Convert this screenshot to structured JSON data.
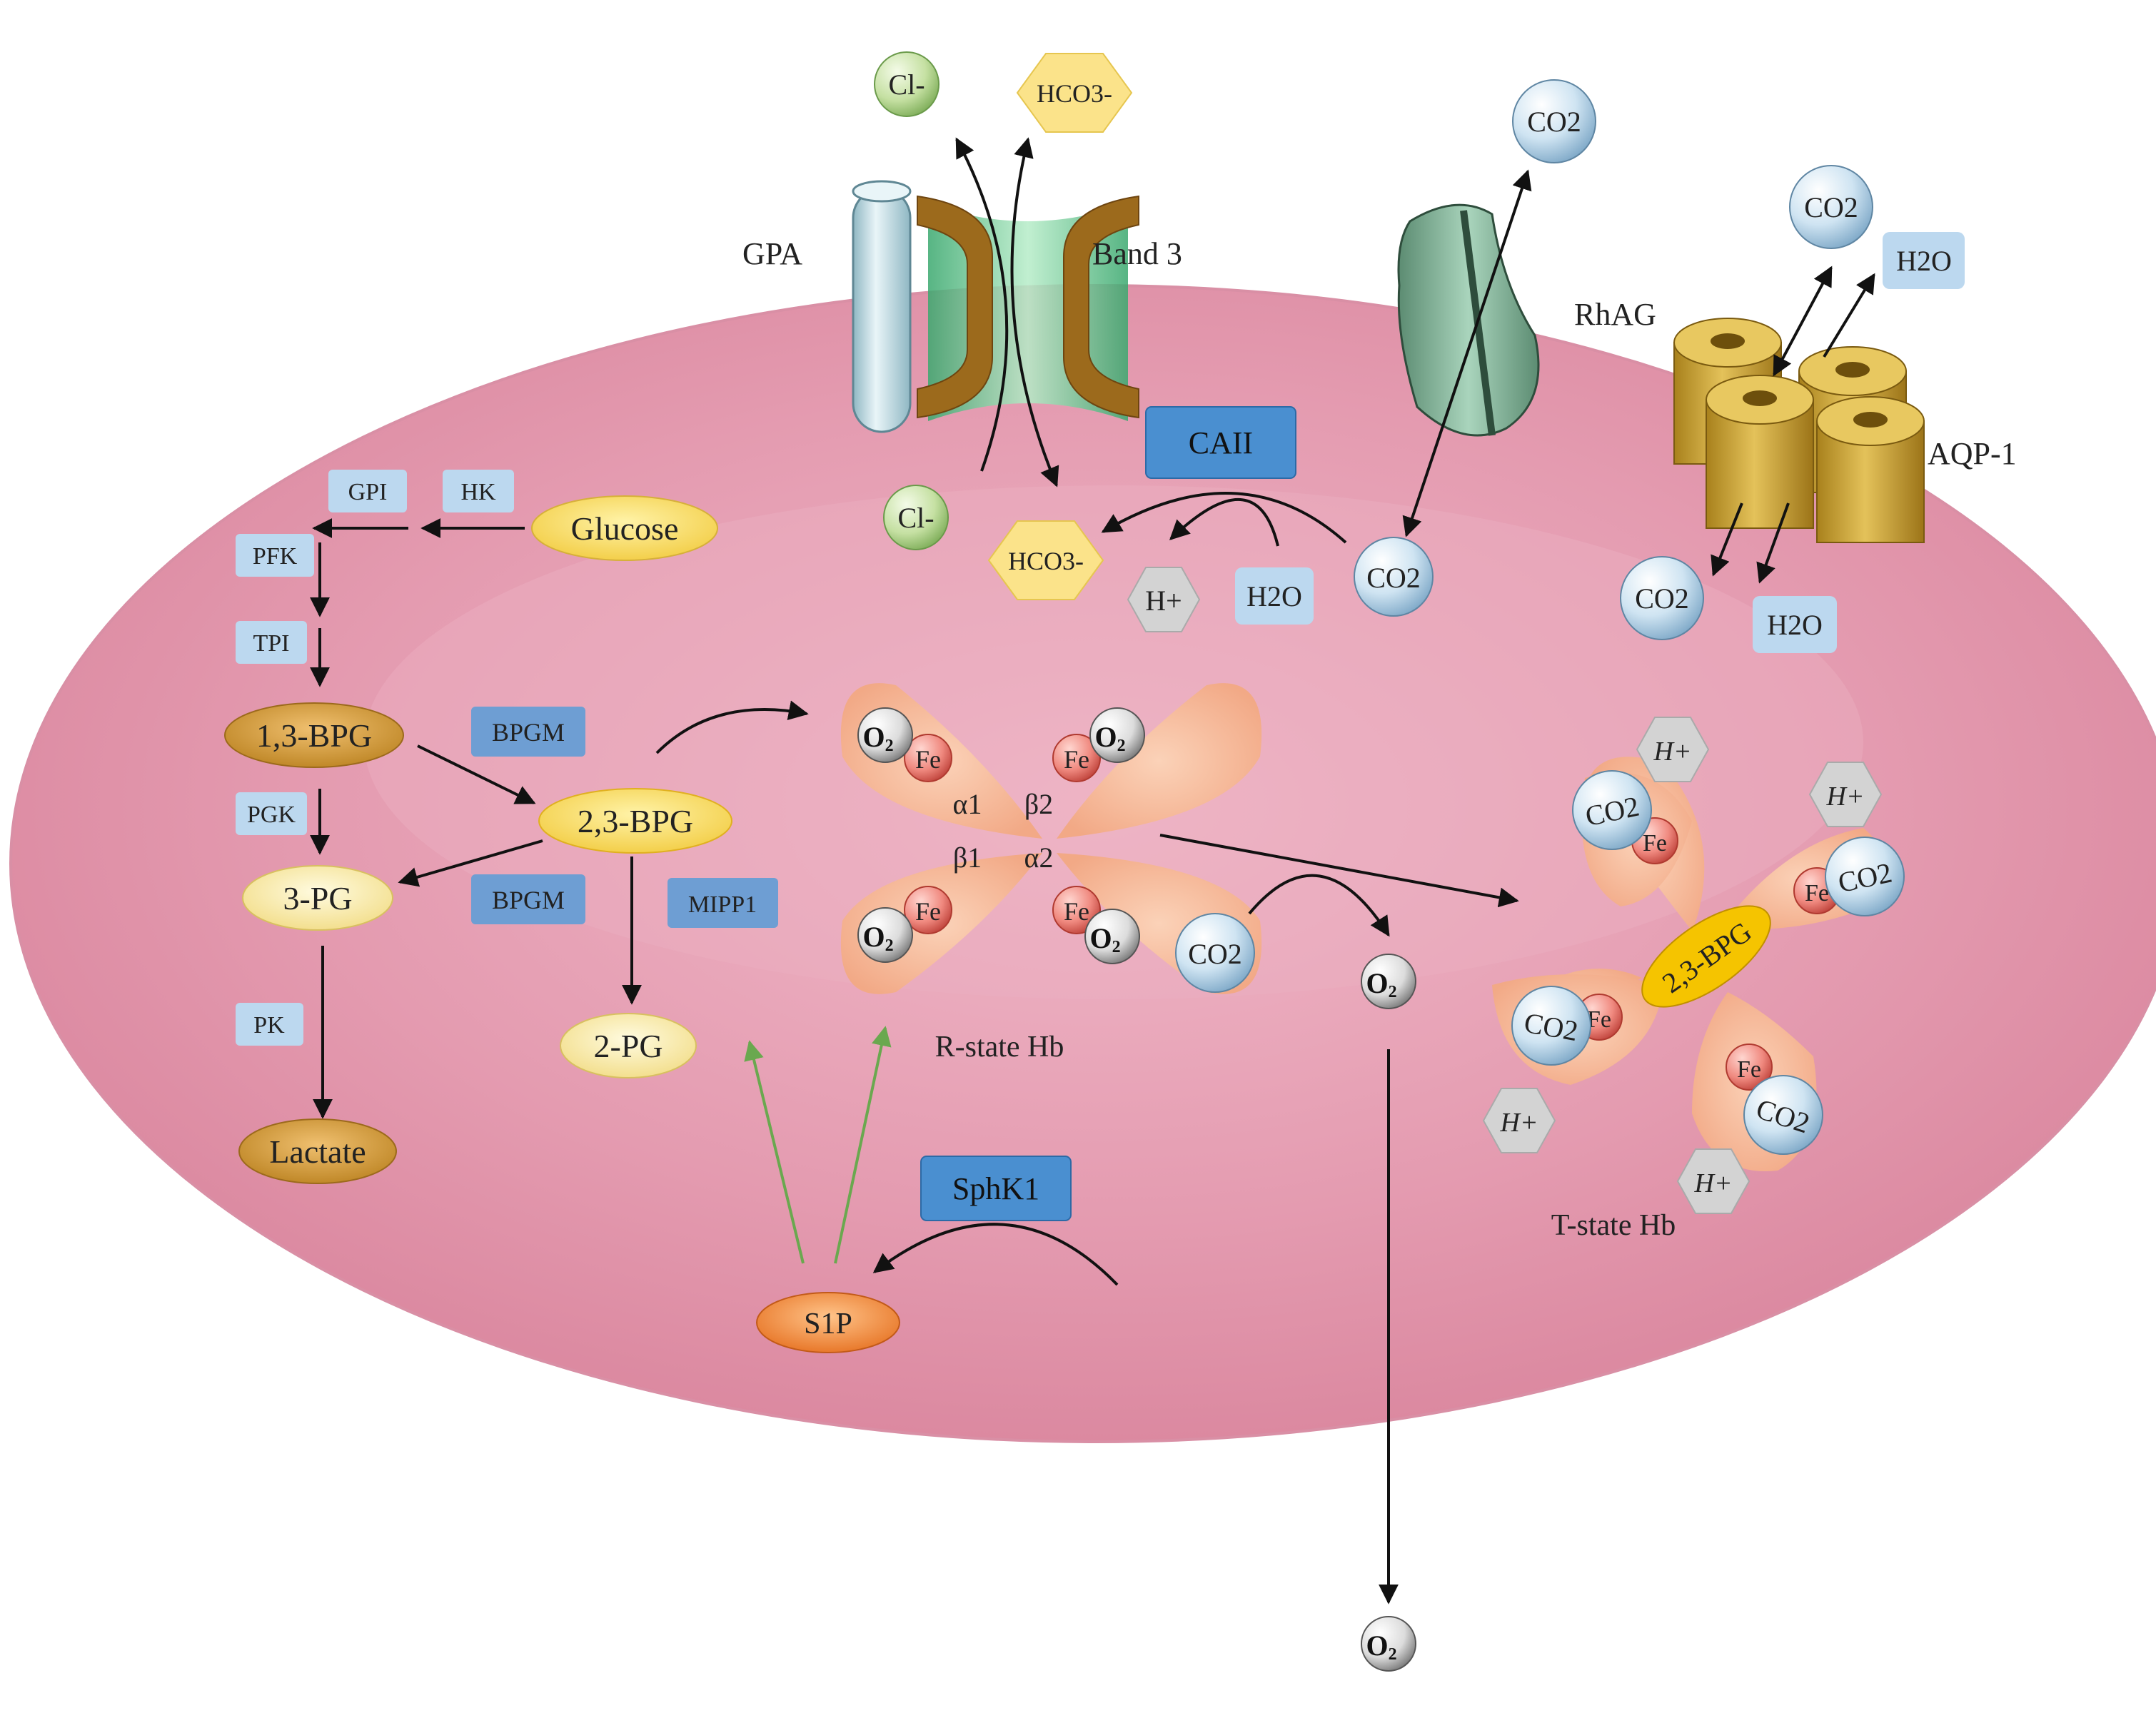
{
  "membrane": {
    "band3": "Band 3",
    "gpa": "GPA",
    "rhag": "RhAG",
    "aqp1": "AQP-1",
    "caii": "CAII"
  },
  "ions": {
    "cl_out": "Cl-",
    "hco3_out": "HCO3-",
    "cl_in": "Cl-",
    "hco3_in": "HCO3-",
    "h_plus": "H+",
    "h2o_in": "H2O",
    "co2_in": "CO2",
    "co2_out_rhag": "CO2",
    "co2_out_aqp": "CO2",
    "h2o_out_aqp": "H2O",
    "co2_in_aqp": "CO2",
    "h2o_in_aqp": "H2O"
  },
  "glycolysis": {
    "enzymes": {
      "gpi": "GPI",
      "hk": "HK",
      "pfk": "PFK",
      "tpi": "TPI",
      "bpgm_1": "BPGM",
      "pgk": "PGK",
      "bpgm_2": "BPGM",
      "mipp1": "MIPP1",
      "pk": "PK"
    },
    "metabolites": {
      "glucose": "Glucose",
      "bpg13": "1,3-BPG",
      "bpg23": "2,3-BPG",
      "pg3": "3-PG",
      "pg2": "2-PG",
      "lactate": "Lactate"
    }
  },
  "r_state": {
    "label": "R-state Hb",
    "alpha1": "α1",
    "beta2": "β2",
    "beta1": "β1",
    "alpha2": "α2",
    "fe": "Fe",
    "o2": "O",
    "o2_sub": "2"
  },
  "t_state": {
    "label": "T-state Hb",
    "bpg": "2,3-BPG",
    "co2": "CO2",
    "fe": "Fe",
    "h_plus": "H+"
  },
  "release": {
    "co2": "CO2",
    "o2": "O",
    "o2_sub": "2"
  },
  "s1p": {
    "enzyme": "SphK1",
    "metabolite": "S1P"
  }
}
